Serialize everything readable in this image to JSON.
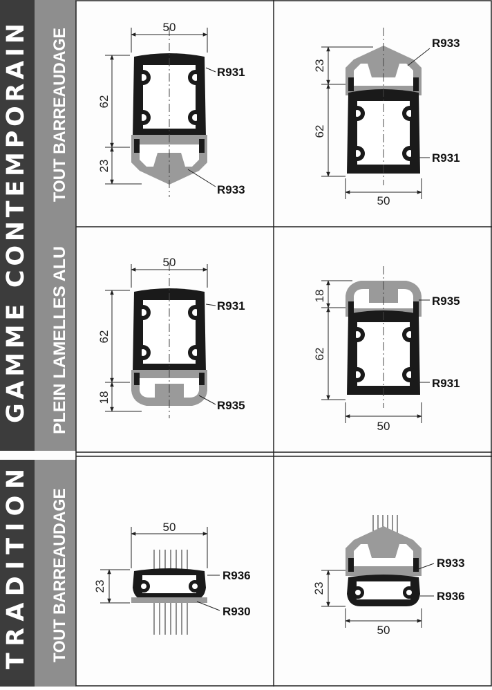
{
  "bands": {
    "gamme_title": "GAMME CONTEMPORAIN",
    "tradition_title": "TRADITION"
  },
  "subbands": {
    "s1": "TOUT BARREAUDAGE",
    "s2": "PLEIN LAMELLES ALU",
    "s3": "TOUT BARREAUDAGE"
  },
  "panels": {
    "p1": {
      "top_width": "50",
      "dim_a": "62",
      "dim_b": "23",
      "ref_top": "R931",
      "ref_bottom": "R933"
    },
    "p2": {
      "dim_a": "23",
      "dim_b": "62",
      "bottom_width": "50",
      "ref_top": "R933",
      "ref_bottom": "R931"
    },
    "p3": {
      "top_width": "50",
      "dim_a": "62",
      "dim_b": "18",
      "ref_top": "R931",
      "ref_bottom": "R935"
    },
    "p4": {
      "dim_a": "18",
      "dim_b": "62",
      "bottom_width": "50",
      "ref_top": "R935",
      "ref_bottom": "R931"
    },
    "p5": {
      "top_width": "50",
      "dim_a": "23",
      "ref_top": "R936",
      "ref_bottom": "R930"
    },
    "p6": {
      "dim_a": "23",
      "bottom_width": "50",
      "ref_top": "R933",
      "ref_bottom": "R936"
    }
  },
  "colors": {
    "band_dark": "#3c3c3c",
    "band_gray": "#8e8e8e",
    "profile_dark": "#1a1a1a",
    "profile_light": "#9a9a9a"
  }
}
